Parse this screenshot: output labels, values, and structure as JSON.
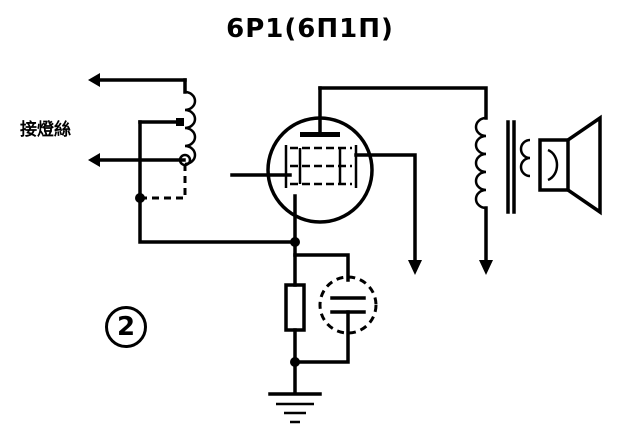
{
  "diagram": {
    "tube_title": "6P1(6П1П)",
    "filament_label": "接燈絲",
    "figure_number": "2"
  }
}
